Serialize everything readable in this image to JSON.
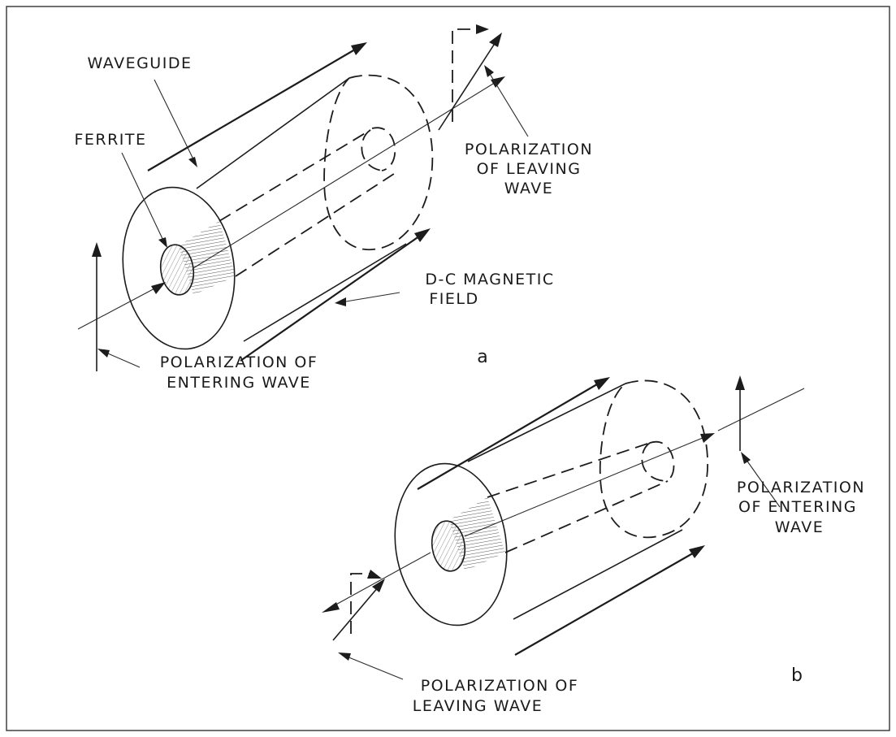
{
  "figure_a": {
    "letter": "a",
    "labels": {
      "waveguide": "WAVEGUIDE",
      "ferrite": "FERRITE",
      "leaving_1": "POLARIZATION",
      "leaving_2": "OF LEAVING",
      "leaving_3": "WAVE",
      "field_1": "D-C MAGNETIC",
      "field_2": "FIELD",
      "entering_1": "POLARIZATION OF",
      "entering_2": "ENTERING WAVE"
    }
  },
  "figure_b": {
    "letter": "b",
    "labels": {
      "entering_1": "POLARIZATION",
      "entering_2": "OF ENTERING",
      "entering_3": "WAVE",
      "leaving_1": "POLARIZATION OF",
      "leaving_2": "LEAVING WAVE"
    }
  }
}
